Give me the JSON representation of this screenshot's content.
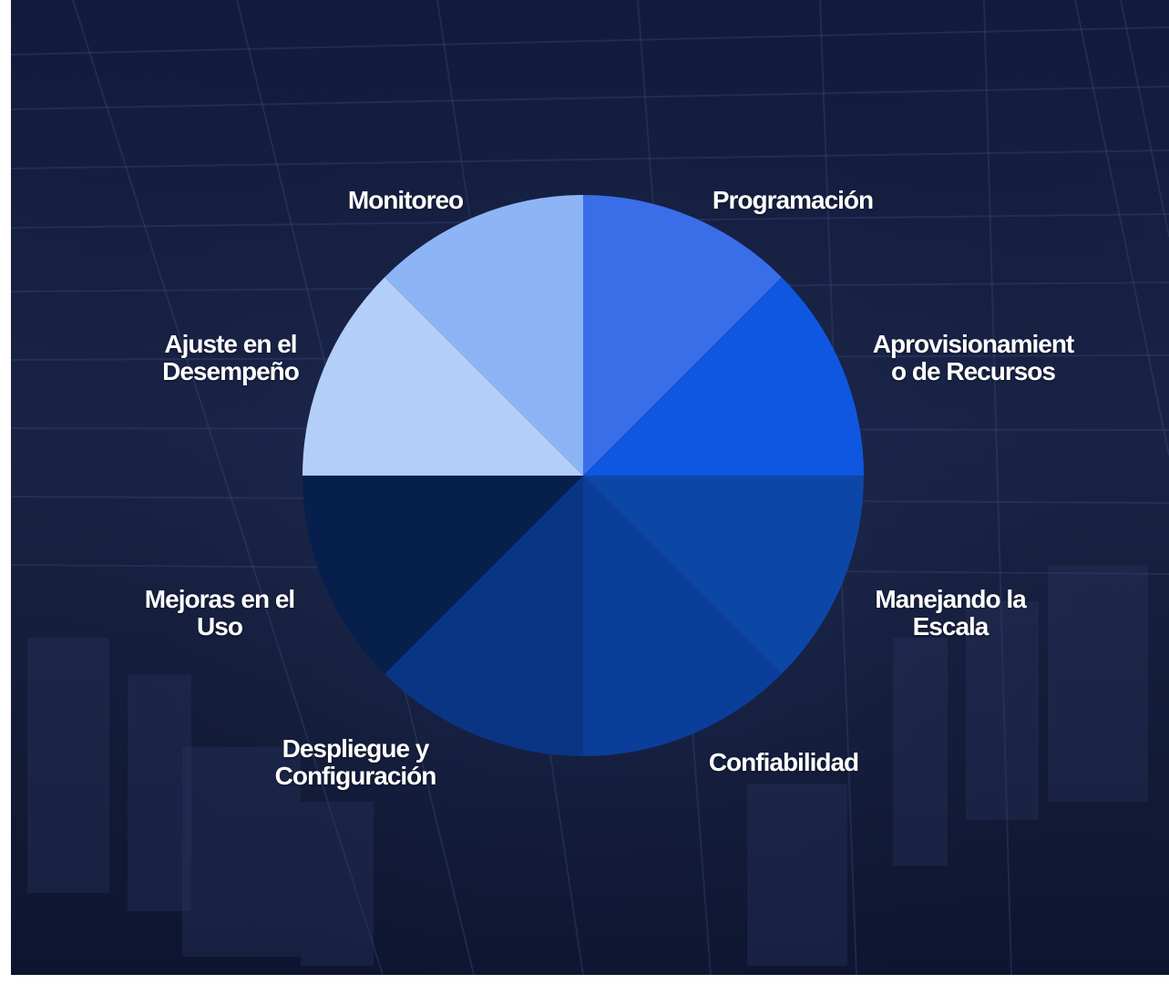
{
  "chart_data": {
    "type": "pie",
    "title": "",
    "slices": [
      {
        "label": [
          "Programación"
        ],
        "value": 1,
        "color": "#3a6ee8"
      },
      {
        "label": [
          "Aprovisionamient",
          "o de Recursos"
        ],
        "value": 1,
        "color": "#0f57e0"
      },
      {
        "label": [
          "Manejando la",
          "Escala"
        ],
        "value": 1,
        "color": "#0c47a8"
      },
      {
        "label": [
          "Confiabilidad"
        ],
        "value": 1,
        "color": "#0b3d9a"
      },
      {
        "label": [
          "Despliegue y",
          "Configuración"
        ],
        "value": 1,
        "color": "#0a3585"
      },
      {
        "label": [
          "Mejoras en el",
          "Uso"
        ],
        "value": 1,
        "color": "#061f4d"
      },
      {
        "label": [
          "Ajuste en el",
          "Desempeño"
        ],
        "value": 1,
        "color": "#b4cefa"
      },
      {
        "label": [
          "Monitoreo"
        ],
        "value": 1,
        "color": "#8db4f5"
      }
    ],
    "start": "top",
    "direction": "clockwise"
  },
  "background": {
    "color": "#111c3a",
    "accent": "#1c2a55"
  }
}
